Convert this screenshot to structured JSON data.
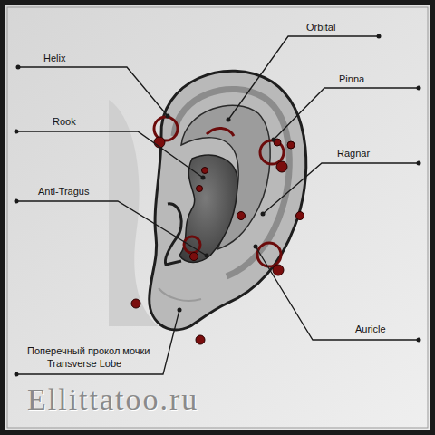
{
  "diagram": {
    "labels": [
      "Helix",
      "Orbital",
      "Pinna",
      "Rook",
      "Ragnar",
      "Anti-Tragus",
      "Auricle",
      "Поперечный прокол мочки",
      "Transverse Lobe",
      "Ellittatoo.ru"
    ]
  }
}
